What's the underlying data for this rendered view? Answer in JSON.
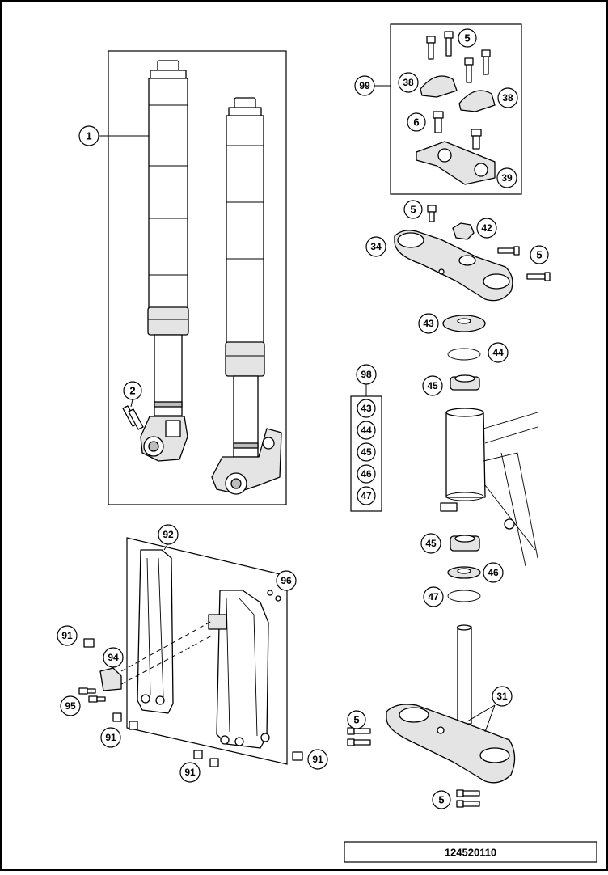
{
  "drawing": {
    "document_number": "124520110"
  },
  "callouts": {
    "c1": "1",
    "c2": "2",
    "c5a": "5",
    "c99": "99",
    "c38a": "38",
    "c38b": "38",
    "c6": "6",
    "c39": "39",
    "c5b": "5",
    "c42": "42",
    "c34": "34",
    "c5c": "5",
    "c43": "43",
    "c44": "44",
    "c45a": "45",
    "c98": "98",
    "k43": "43",
    "k44": "44",
    "k45": "45",
    "k46": "46",
    "k47": "47",
    "c45b": "45",
    "c46": "46",
    "c47": "47",
    "c92": "92",
    "c96": "96",
    "c91a": "91",
    "c94": "94",
    "c95": "95",
    "c91b": "91",
    "c91c": "91",
    "c91d": "91",
    "c5d": "5",
    "c31": "31",
    "c5e": "5"
  }
}
